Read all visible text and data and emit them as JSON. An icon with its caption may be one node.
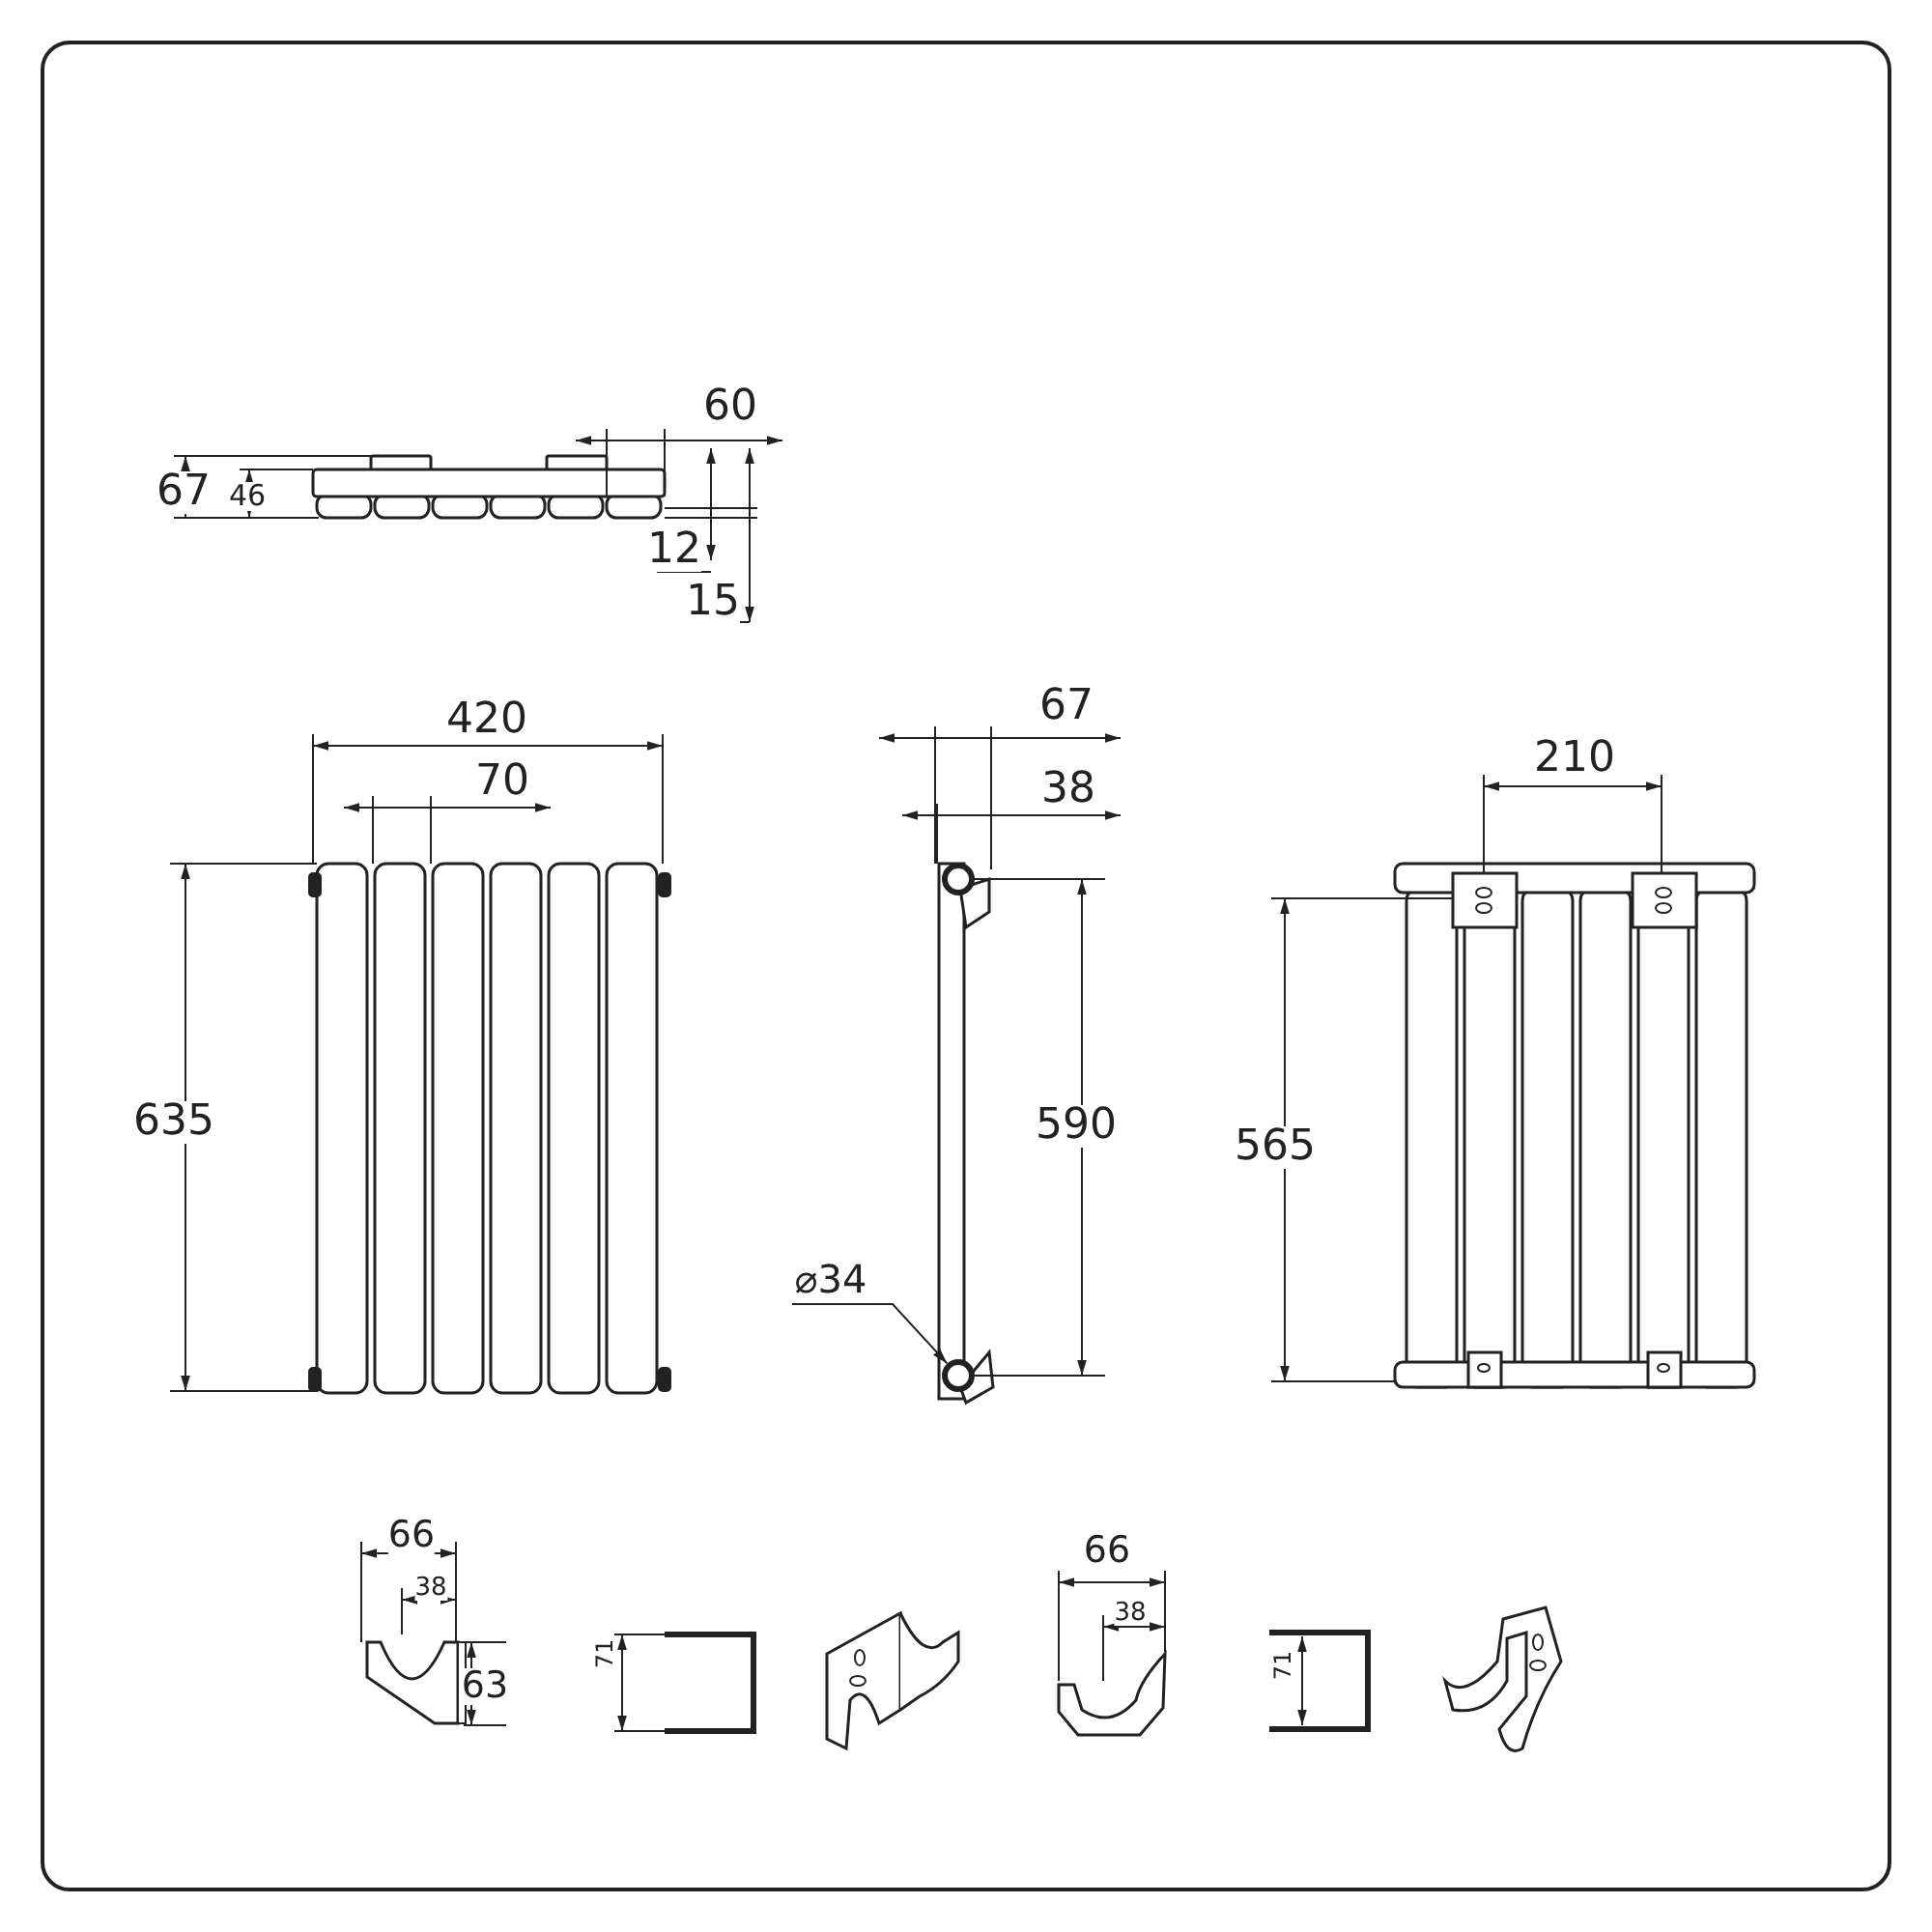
{
  "diagram": {
    "nodes": [
      {
        "text": [
          "⌀34"
        ]
      },
      {
        "text": [],
        "shape": "circle"
      }
    ],
    "edges": [
      {
        "from": 0,
        "to": 1,
        "arrow": "to"
      }
    ],
    "labels": [
      "60",
      "67",
      "46",
      "12",
      "15",
      "420",
      "67",
      "70",
      "38",
      "210",
      "635",
      "590",
      "565",
      "66",
      "38",
      "63",
      "71",
      "66",
      "38",
      "71"
    ]
  }
}
